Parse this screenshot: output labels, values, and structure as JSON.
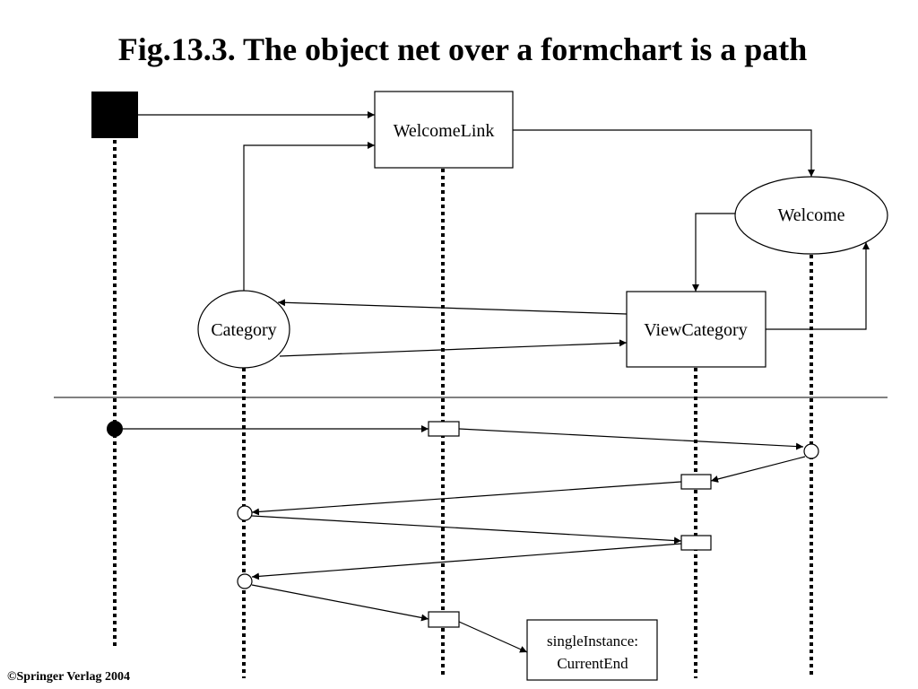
{
  "title": "Fig.13.3. The object net over a formchart is a path",
  "copyright": "©Springer Verlag 2004",
  "nodes": {
    "welcome_link": "WelcomeLink",
    "welcome": "Welcome",
    "category": "Category",
    "view_category": "ViewCategory",
    "single_instance_line1": "singleInstance:",
    "single_instance_line2": "CurrentEnd"
  },
  "colors": {
    "stroke": "#000000",
    "background": "#ffffff"
  }
}
